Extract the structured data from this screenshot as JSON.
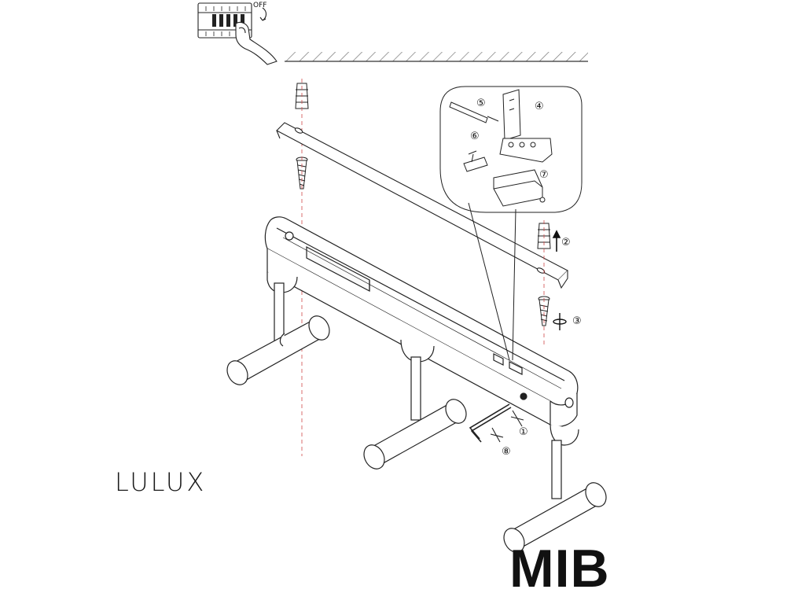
{
  "brand": "LULUX",
  "model": "MIB",
  "switch_label": "OFF",
  "steps": [
    "①",
    "②",
    "③",
    "④",
    "⑤",
    "⑥",
    "⑦",
    "⑧"
  ],
  "colors": {
    "line": "#222222",
    "drill_axis": "#d04a4a",
    "background": "#ffffff"
  }
}
